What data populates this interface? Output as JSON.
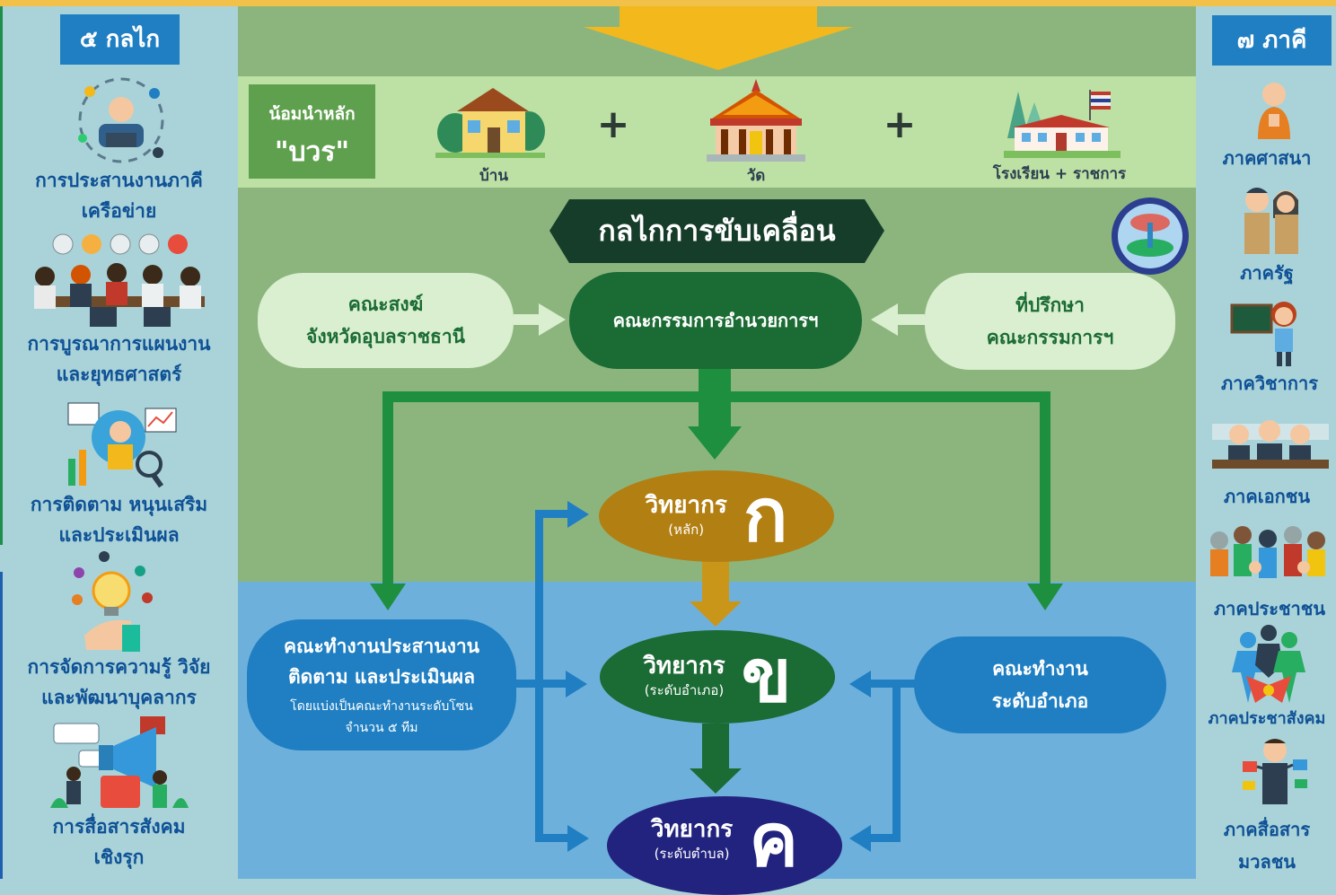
{
  "left_header": "๕ กลไก",
  "right_header": "๗ ภาคี",
  "mechanisms": [
    {
      "line1": "การประสานงานภาคี",
      "line2": "เครือข่าย"
    },
    {
      "line1": "การบูรณาการแผนงาน",
      "line2": "และยุทธศาสตร์"
    },
    {
      "line1": "การติดตาม หนุนเสริม",
      "line2": "และประเมินผล"
    },
    {
      "line1": "การจัดการความรู้ วิจัย",
      "line2": "และพัฒนาบุคลากร"
    },
    {
      "line1": "การสื่อสารสังคม",
      "line2": "เชิงรุก"
    }
  ],
  "partners": [
    "ภาคศาสนา",
    "ภาครัฐ",
    "ภาควิชาการ",
    "ภาคเอกชน",
    "ภาคประชาชน",
    "ภาคประชาสังคม",
    "ภาคสื่อสาร",
    "มวลชน"
  ],
  "bvr": {
    "box_line1": "น้อมนำหลัก",
    "box_line2": "\"บวร\"",
    "home": "บ้าน",
    "temple": "วัด",
    "school": "โรงเรียน + ราชการ",
    "plus": "+"
  },
  "title": "กลไกการขับเคลื่อน",
  "committees": {
    "sangha_line1": "คณะสงฆ์",
    "sangha_line2": "จังหวัดอุบลราชธานี",
    "directors": "คณะกรรมการอำนวยการฯ",
    "advisors_line1": "ที่ปรึกษา",
    "advisors_line2": "คณะกรรมการฯ",
    "coord_line1": "คณะทำงานประสานงาน",
    "coord_line2": "ติดตาม และประเมินผล",
    "coord_line3": "โดยแบ่งเป็นคณะทำงานระดับโซน",
    "coord_line4": "จำนวน ๕ ทีม",
    "district_line1": "คณะทำงาน",
    "district_line2": "ระดับอำเภอ"
  },
  "speakers": [
    {
      "title": "วิทยากร",
      "sub": "(หลัก)",
      "letter": "ก",
      "color": "#b27f12"
    },
    {
      "title": "วิทยากร",
      "sub": "(ระดับอำเภอ)",
      "letter": "ข",
      "color": "#1b6b34"
    },
    {
      "title": "วิทยากร",
      "sub": "(ระดับตำบล)",
      "letter": "ค",
      "color": "#22237e"
    }
  ],
  "colors": {
    "dark_green": "#1b6b34",
    "arrow_green": "#1e8f3e",
    "blue": "#1f7fc2",
    "gold": "#f2b81c"
  }
}
